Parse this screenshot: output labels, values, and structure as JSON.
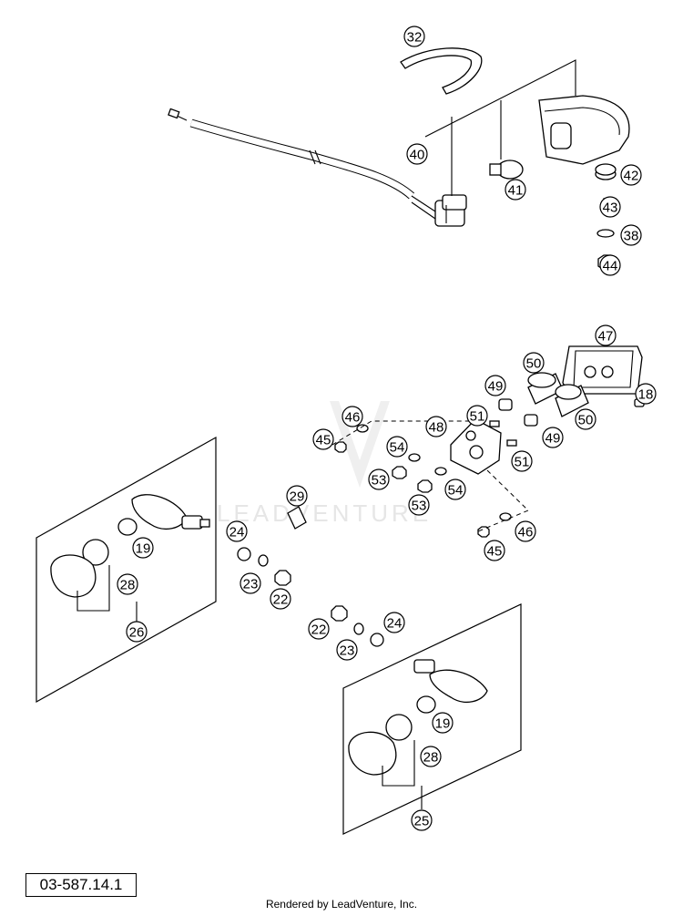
{
  "diagram_code": "03-587.14.1",
  "footer_credit": "Rendered by LeadVenture, Inc.",
  "watermark": "LEADVENTURE",
  "callouts": [
    {
      "id": "c32",
      "label": "32"
    },
    {
      "id": "c40",
      "label": "40"
    },
    {
      "id": "c41",
      "label": "41"
    },
    {
      "id": "c42",
      "label": "42"
    },
    {
      "id": "c43",
      "label": "43"
    },
    {
      "id": "c38",
      "label": "38"
    },
    {
      "id": "c44",
      "label": "44"
    },
    {
      "id": "c47",
      "label": "47"
    },
    {
      "id": "c50a",
      "label": "50"
    },
    {
      "id": "c49a",
      "label": "49"
    },
    {
      "id": "c50b",
      "label": "50"
    },
    {
      "id": "c18",
      "label": "18"
    },
    {
      "id": "c46a",
      "label": "46"
    },
    {
      "id": "c45a",
      "label": "45"
    },
    {
      "id": "c48",
      "label": "48"
    },
    {
      "id": "c51a",
      "label": "51"
    },
    {
      "id": "c49b",
      "label": "49"
    },
    {
      "id": "c54a",
      "label": "54"
    },
    {
      "id": "c51b",
      "label": "51"
    },
    {
      "id": "c53a",
      "label": "53"
    },
    {
      "id": "c53b",
      "label": "53"
    },
    {
      "id": "c54b",
      "label": "54"
    },
    {
      "id": "c46b",
      "label": "46"
    },
    {
      "id": "c45b",
      "label": "45"
    },
    {
      "id": "c29",
      "label": "29"
    },
    {
      "id": "c24a",
      "label": "24"
    },
    {
      "id": "c19a",
      "label": "19"
    },
    {
      "id": "c23a",
      "label": "23"
    },
    {
      "id": "c28a",
      "label": "28"
    },
    {
      "id": "c22a",
      "label": "22"
    },
    {
      "id": "c26",
      "label": "26"
    },
    {
      "id": "c22b",
      "label": "22"
    },
    {
      "id": "c24b",
      "label": "24"
    },
    {
      "id": "c23b",
      "label": "23"
    },
    {
      "id": "c19b",
      "label": "19"
    },
    {
      "id": "c28b",
      "label": "28"
    },
    {
      "id": "c25",
      "label": "25"
    }
  ]
}
